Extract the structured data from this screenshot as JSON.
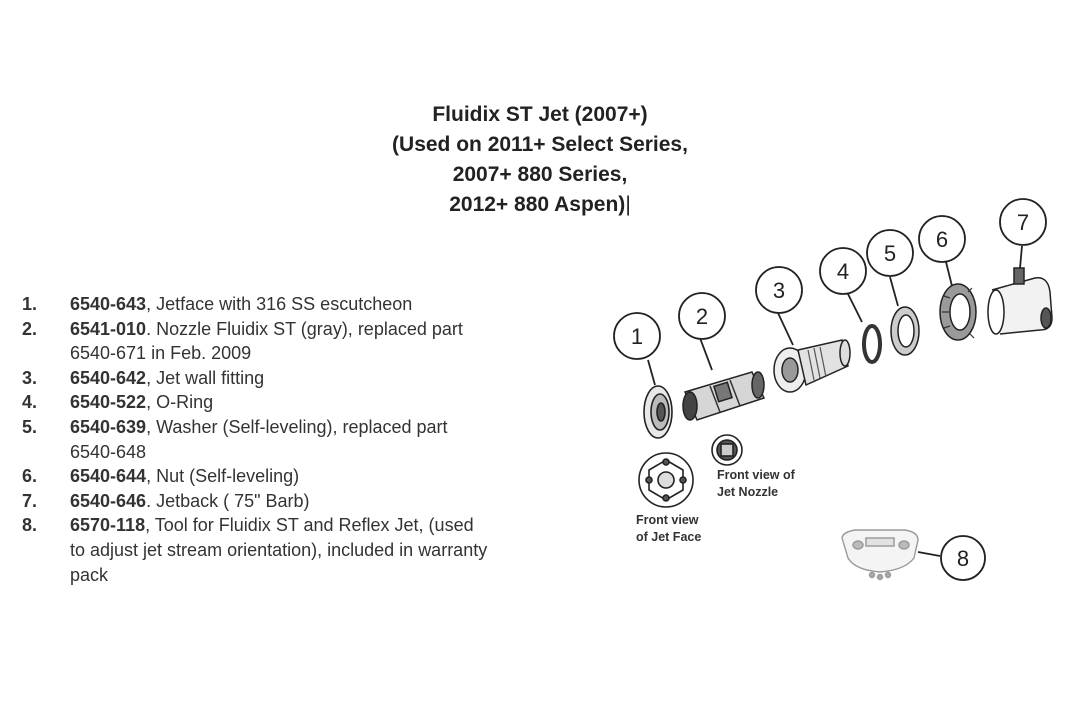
{
  "title": {
    "line1": "Fluidix ST Jet (2007+)",
    "line2": "(Used on 2011+ Select Series,",
    "line3": "2007+ 880 Series,",
    "line4": "2012+ 880 Aspen)"
  },
  "parts": [
    {
      "num": "1.",
      "pn": "6540-643",
      "sep": ",",
      "line1": " Jetface with 316 SS escutcheon",
      "line2": ""
    },
    {
      "num": "2.",
      "pn": "6541-010",
      "sep": ".",
      "line1": " Nozzle  Fluidix ST (gray), replaced part",
      "line2": "6540-671 in Feb. 2009"
    },
    {
      "num": "3.",
      "pn": "6540-642",
      "sep": ",",
      "line1": " Jet wall fitting",
      "line2": ""
    },
    {
      "num": "4.",
      "pn": "6540-522",
      "sep": ",",
      "line1": " O-Ring",
      "line2": ""
    },
    {
      "num": "5.",
      "pn": "6540-639",
      "sep": ",",
      "line1": " Washer (Self-leveling), replaced part",
      "line2": "6540-648"
    },
    {
      "num": "6.",
      "pn": "6540-644",
      "sep": ",",
      "line1": " Nut (Self-leveling)",
      "line2": ""
    },
    {
      "num": "7.",
      "pn": "6540-646",
      "sep": ".",
      "line1": " Jetback ( 75\" Barb)",
      "line2": ""
    },
    {
      "num": "8.",
      "pn": "6570-118",
      "sep": ",",
      "line1": " Tool for Fluidix ST and Reflex Jet, (used",
      "line2": "to adjust jet stream orientation), included in warranty",
      "line3": "pack"
    }
  ],
  "callouts": [
    "1",
    "2",
    "3",
    "4",
    "5",
    "6",
    "7",
    "8"
  ],
  "captions": {
    "jet_face_1": "Front view",
    "jet_face_2": "of Jet Face",
    "nozzle_1": "Front view of",
    "nozzle_2": "Jet Nozzle"
  }
}
